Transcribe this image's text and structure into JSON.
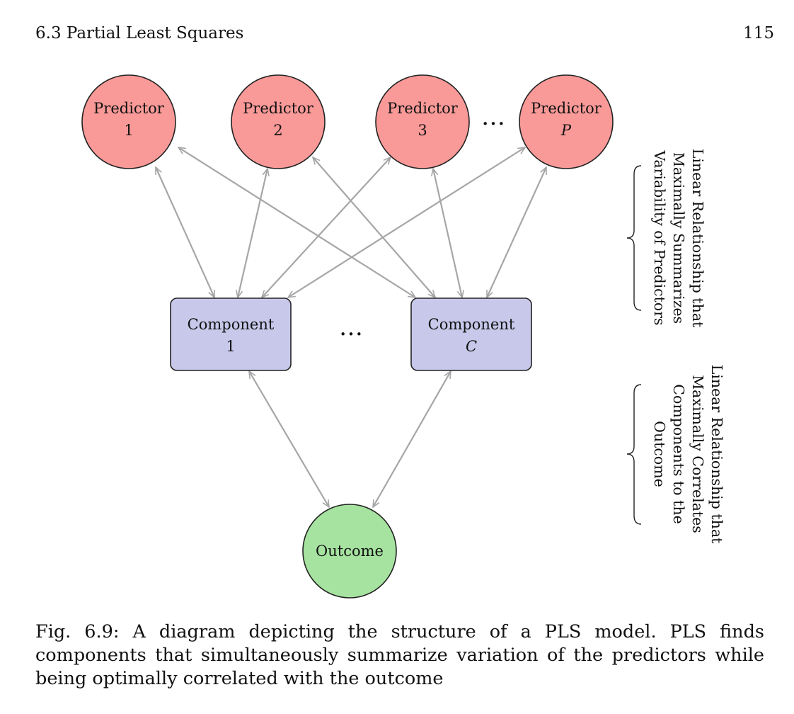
{
  "header": {
    "running_head": "6.3 Partial Least Squares",
    "page_number": "115"
  },
  "diagram": {
    "predictors": [
      {
        "label": "Predictor",
        "index": "1"
      },
      {
        "label": "Predictor",
        "index": "2"
      },
      {
        "label": "Predictor",
        "index": "3"
      },
      {
        "label": "Predictor",
        "index": "P"
      }
    ],
    "predictor_ellipsis": "…",
    "components": [
      {
        "label": "Component",
        "index": "1"
      },
      {
        "label": "Component",
        "index": "C"
      }
    ],
    "component_ellipsis": "…",
    "outcome": "Outcome",
    "brace_top_lines": [
      "Linear Relationship that",
      "Maximally Summarizes",
      "Variability of Predictors"
    ],
    "brace_bottom_lines": [
      "Linear Relationship that",
      "Maximally Correlates",
      "Components to the",
      "Outcome"
    ],
    "colors": {
      "predictor_fill": "#f99a98",
      "component_fill": "#c7c8ea",
      "outcome_fill": "#a6e3a0",
      "arrow": "#a6a6a6"
    }
  },
  "caption": "Fig. 6.9: A diagram depicting the structure of a PLS model. PLS finds components that simultaneously summarize variation of the predictors while being optimally correlated with the outcome"
}
